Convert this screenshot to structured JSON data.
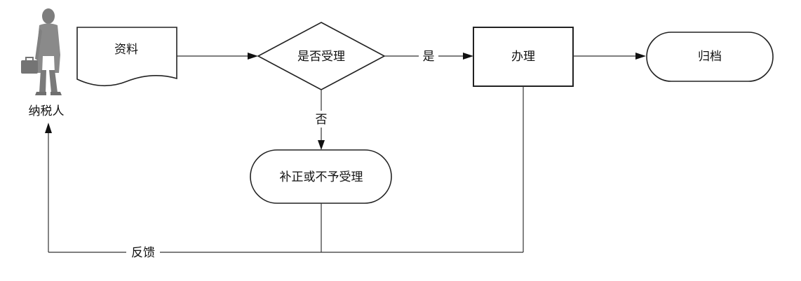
{
  "actor": {
    "label": "纳税人"
  },
  "nodes": {
    "materials": "资料",
    "decision": "是否受理",
    "process": "办理",
    "archive": "归档",
    "reject": "补正或不予受理"
  },
  "edges": {
    "yes": "是",
    "no": "否",
    "feedback": "反馈"
  },
  "colors": {
    "stroke": "#222222",
    "figure": "#8a8a8a",
    "figure_dark": "#6f6f6f",
    "text": "#111111"
  }
}
